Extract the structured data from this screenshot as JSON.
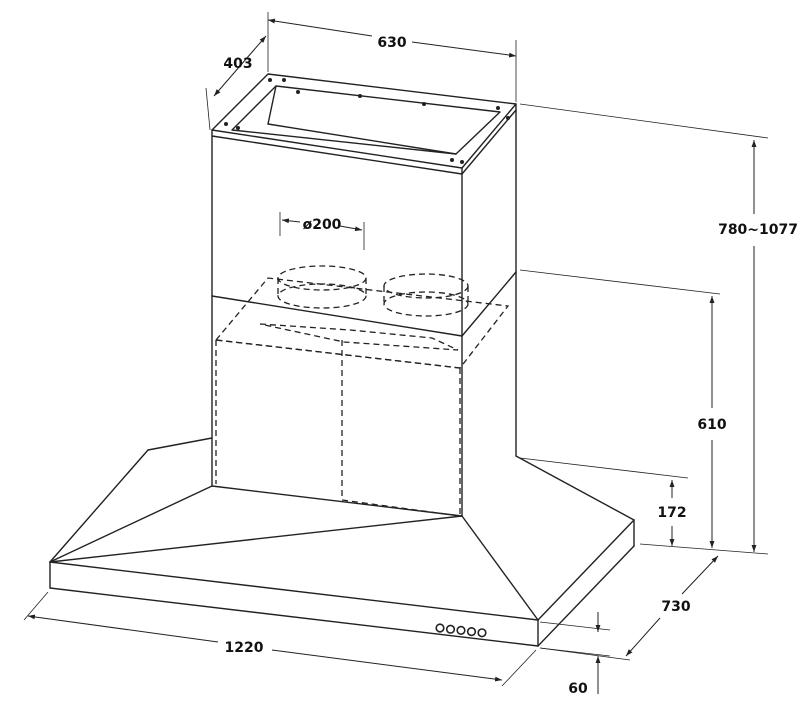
{
  "dimensions": {
    "chimney_width": "630",
    "chimney_depth": "403",
    "duct_diameter": "ø200",
    "total_height": "780~1077",
    "canopy_height": "610",
    "hood_body_height": "172",
    "depth": "730",
    "width": "1220",
    "front_edge_height": "60"
  },
  "colors": {
    "line": "#222222",
    "background": "#ffffff"
  },
  "control_buttons": 5
}
